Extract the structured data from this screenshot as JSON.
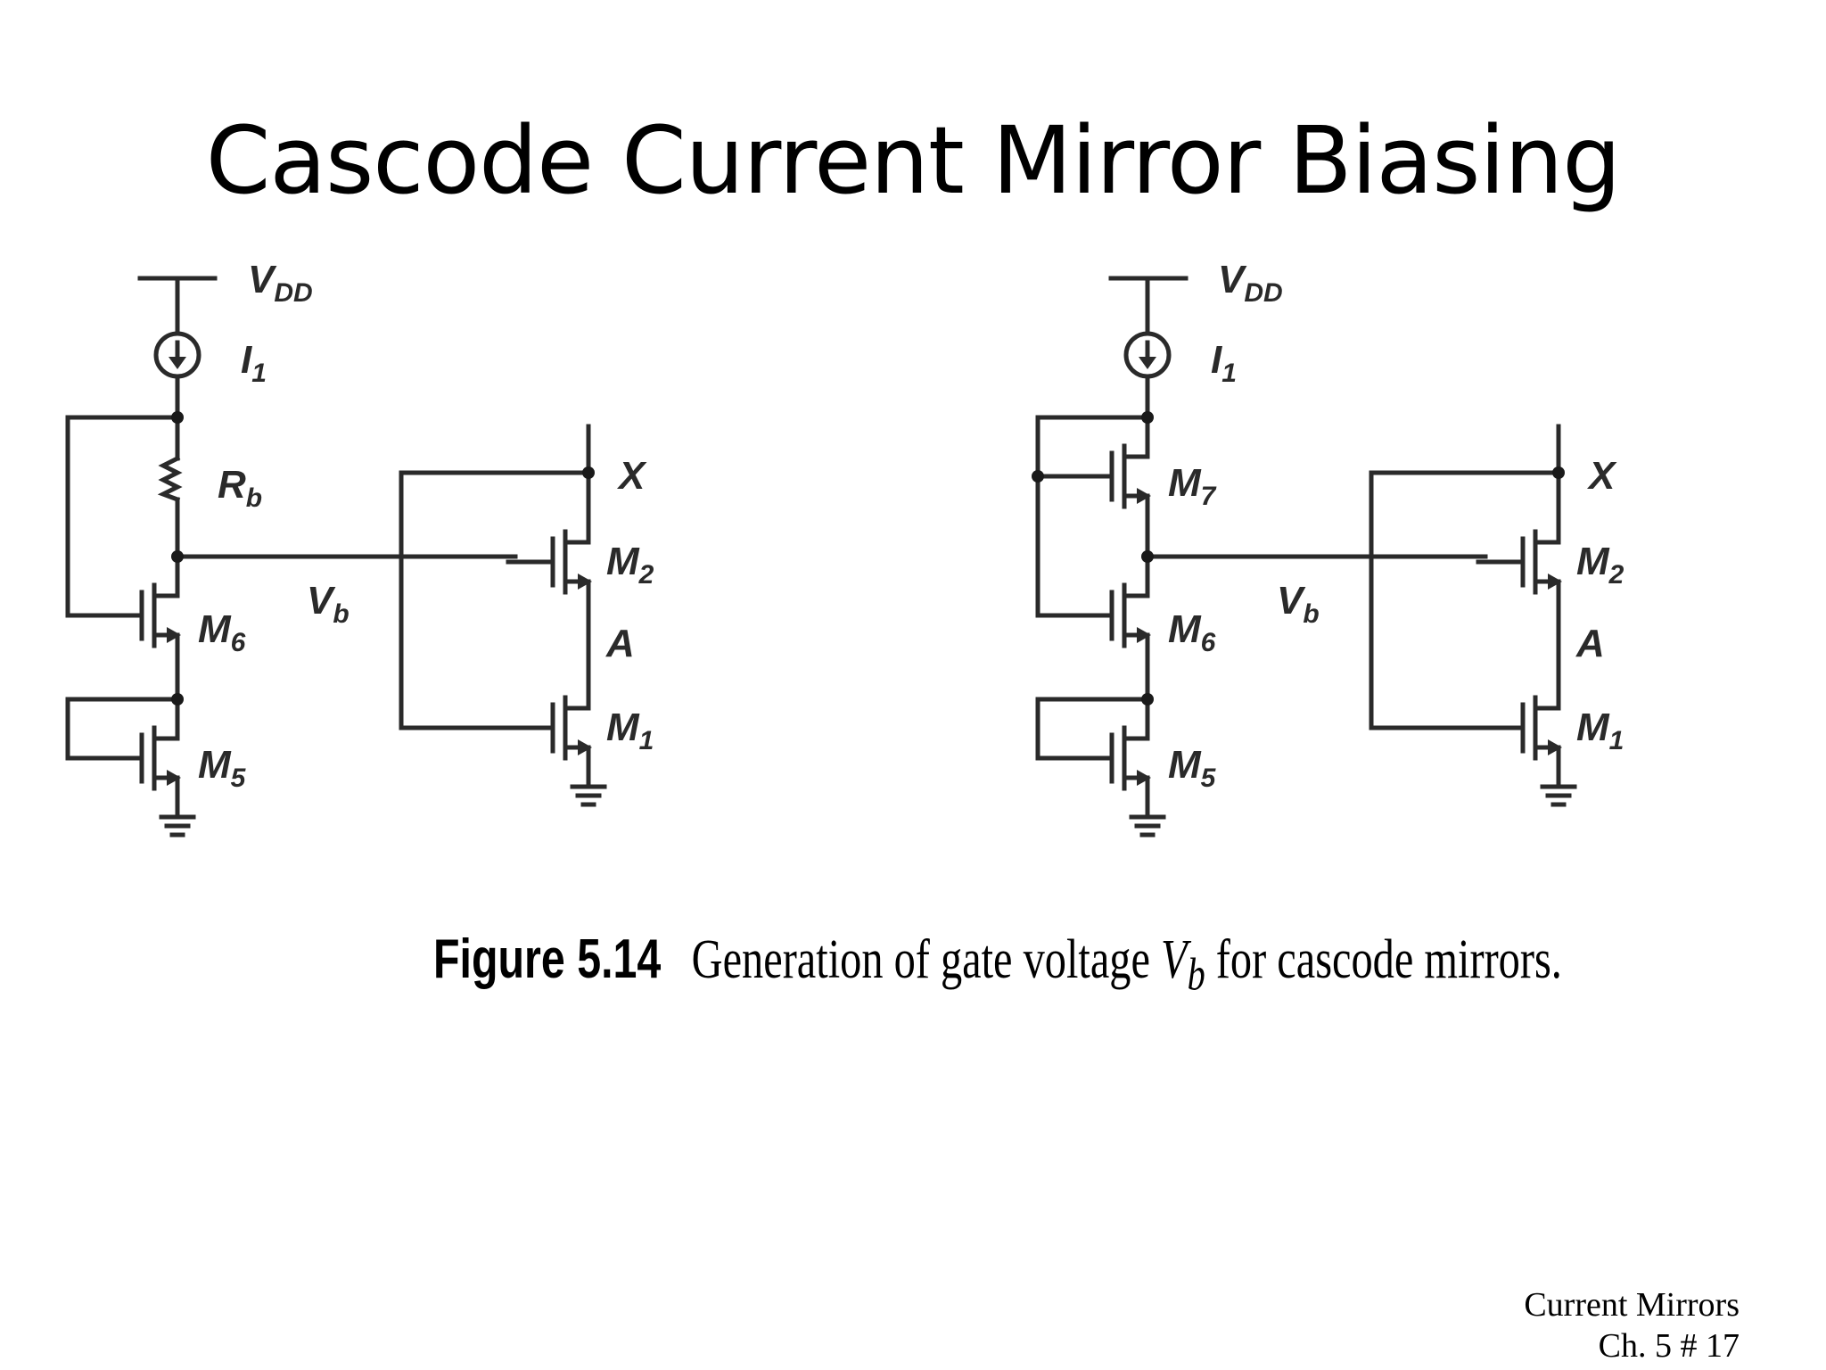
{
  "slide": {
    "title": "Cascode Current Mirror Biasing"
  },
  "figure": {
    "number": "Figure 5.14",
    "caption_pre": "Generation of gate voltage ",
    "caption_var": "V",
    "caption_sub": "b",
    "caption_post": " for cascode mirrors."
  },
  "circuit_left": {
    "supply": {
      "main": "V",
      "sub": "DD"
    },
    "source": {
      "main": "I",
      "sub": "1"
    },
    "resistor": {
      "main": "R",
      "sub": "b"
    },
    "bias_node": {
      "main": "V",
      "sub": "b"
    },
    "output_node": "X",
    "mid_node": "A",
    "transistors": [
      {
        "main": "M",
        "sub": "6"
      },
      {
        "main": "M",
        "sub": "5"
      },
      {
        "main": "M",
        "sub": "2"
      },
      {
        "main": "M",
        "sub": "1"
      }
    ]
  },
  "circuit_right": {
    "supply": {
      "main": "V",
      "sub": "DD"
    },
    "source": {
      "main": "I",
      "sub": "1"
    },
    "bias_node": {
      "main": "V",
      "sub": "b"
    },
    "output_node": "X",
    "mid_node": "A",
    "transistors": [
      {
        "main": "M",
        "sub": "7"
      },
      {
        "main": "M",
        "sub": "6"
      },
      {
        "main": "M",
        "sub": "5"
      },
      {
        "main": "M",
        "sub": "2"
      },
      {
        "main": "M",
        "sub": "1"
      }
    ]
  },
  "footer": {
    "line1": "Current Mirrors",
    "line2": "Ch. 5 # 17"
  }
}
